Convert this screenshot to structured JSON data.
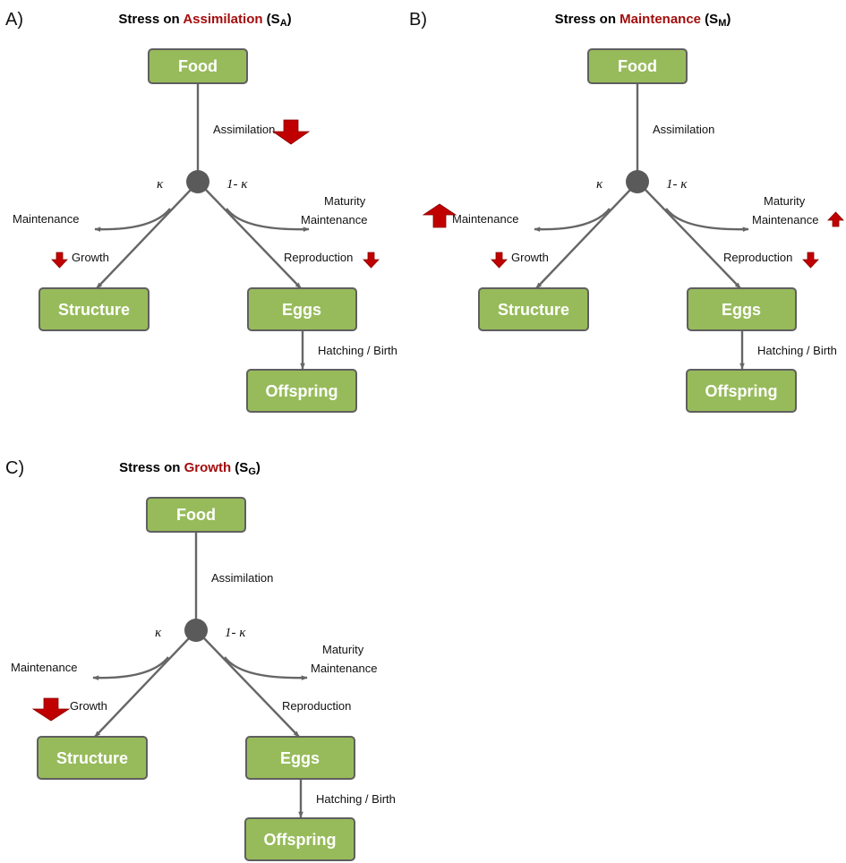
{
  "panels": [
    {
      "id": "A",
      "letter": "A)",
      "title": {
        "prefix": "Stress on ",
        "highlight": "Assimilation",
        "suffix": " (S",
        "sub": "A",
        "close": ")"
      },
      "boxes": {
        "food": "Food",
        "structure": "Structure",
        "eggs": "Eggs",
        "offspring": "Offspring"
      },
      "labels": {
        "assimilation": "Assimilation",
        "kappa": "κ",
        "one_minus_kappa": "1- κ",
        "maintenance": "Maintenance",
        "maturity_line1": "Maturity",
        "maturity_line2": "Maintenance",
        "growth": "Growth",
        "reproduction": "Reproduction",
        "hatching": "Hatching / Birth"
      },
      "indicators": {
        "assimilation": "down-large",
        "maintenance": "none",
        "maturity_maintenance": "none",
        "growth": "down-small",
        "reproduction": "down-small"
      }
    },
    {
      "id": "B",
      "letter": "B)",
      "title": {
        "prefix": "Stress on ",
        "highlight": "Maintenance",
        "suffix": " (S",
        "sub": "M",
        "close": ")"
      },
      "boxes": {
        "food": "Food",
        "structure": "Structure",
        "eggs": "Eggs",
        "offspring": "Offspring"
      },
      "labels": {
        "assimilation": "Assimilation",
        "kappa": "κ",
        "one_minus_kappa": "1- κ",
        "maintenance": "Maintenance",
        "maturity_line1": "Maturity",
        "maturity_line2": "Maintenance",
        "growth": "Growth",
        "reproduction": "Reproduction",
        "hatching": "Hatching / Birth"
      },
      "indicators": {
        "assimilation": "none",
        "maintenance": "up-large",
        "maturity_maintenance": "up-small",
        "growth": "down-small",
        "reproduction": "down-small"
      }
    },
    {
      "id": "C",
      "letter": "C)",
      "title": {
        "prefix": "Stress on ",
        "highlight": "Growth",
        "suffix": " (S",
        "sub": "G",
        "close": ")"
      },
      "boxes": {
        "food": "Food",
        "structure": "Structure",
        "eggs": "Eggs",
        "offspring": "Offspring"
      },
      "labels": {
        "assimilation": "Assimilation",
        "kappa": "κ",
        "one_minus_kappa": "1- κ",
        "maintenance": "Maintenance",
        "maturity_line1": "Maturity",
        "maturity_line2": "Maintenance",
        "growth": "Growth",
        "reproduction": "Reproduction",
        "hatching": "Hatching / Birth"
      },
      "indicators": {
        "assimilation": "none",
        "maintenance": "none",
        "maturity_maintenance": "none",
        "growth": "down-large",
        "reproduction": "none"
      }
    }
  ],
  "colors": {
    "box_fill": "#97bb5b",
    "box_stroke": "#5f5f5f",
    "line": "#666666",
    "node": "#5a5a5a",
    "highlight": "#a30d0d",
    "indicator": "#c00000"
  }
}
